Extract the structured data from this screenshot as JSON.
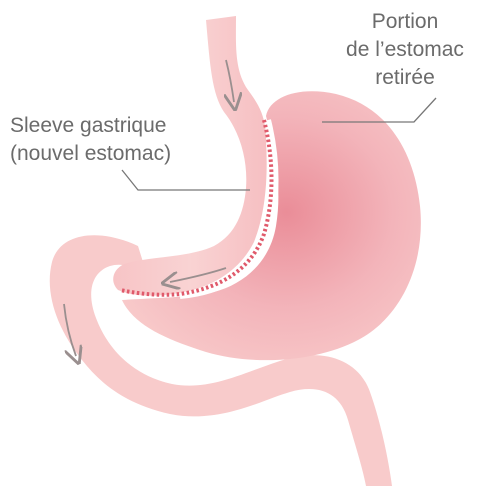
{
  "labels": {
    "removed_portion": {
      "line1": "Portion",
      "line2": "de l’estomac",
      "line3": "retirée"
    },
    "gastric_sleeve": {
      "line1": "Sleeve gastrique",
      "line2": "(nouvel estomac)"
    }
  },
  "colors": {
    "tissue_light": "#f8c8c8",
    "tissue_mid": "#f2aeb2",
    "tissue_deep": "#e98a95",
    "staple_line": "#e05a6b",
    "arrow": "#9a8f8f",
    "leader_line": "#777777",
    "text": "#6b6b6b"
  },
  "icons": {
    "flow_arrow": "curved-down-arrow"
  }
}
